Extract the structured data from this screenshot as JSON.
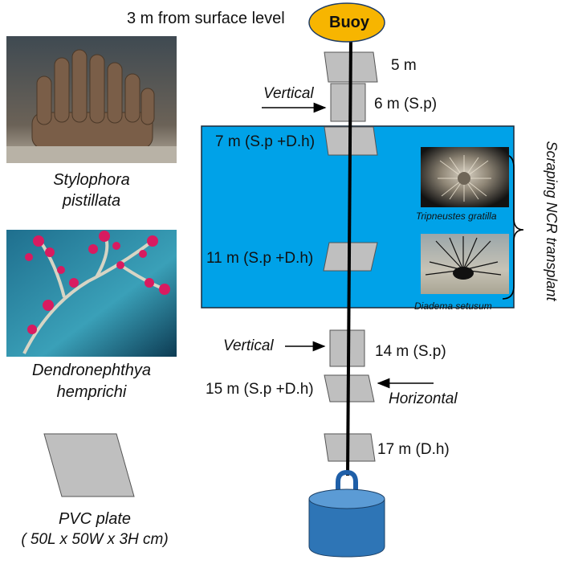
{
  "surface_label": "3 m from surface level",
  "buoy_label": "Buoy",
  "depth_labels": {
    "d5": "5 m",
    "d6": "6 m (S.p)",
    "d7": "7 m (S.p +D.h)",
    "d11": "11 m (S.p +D.h)",
    "d14": "14 m (S.p)",
    "d15": "15 m (S.p +D.h)",
    "d17": "17 m (D.h)"
  },
  "orientation_labels": {
    "vertical_top": "Vertical",
    "vertical_bottom": "Vertical",
    "horizontal": "Horizontal"
  },
  "side_label": "Scraping NCR transplant",
  "urchins": {
    "first": "Tripneustes gratilla",
    "second": "Diadema setusum"
  },
  "legend": {
    "coral1_line1": "Stylophora",
    "coral1_line2": "pistillata",
    "coral2_line1": "Dendronephthya",
    "coral2_line2": "hemprichi",
    "plate_line1": "PVC plate",
    "plate_line2": "( 50L x 50W x 3H cm)"
  },
  "colors": {
    "buoy": "#F7B500",
    "zone": "#00A2E8",
    "plate": "#BFBFBF",
    "weight": "#2E75B6"
  }
}
